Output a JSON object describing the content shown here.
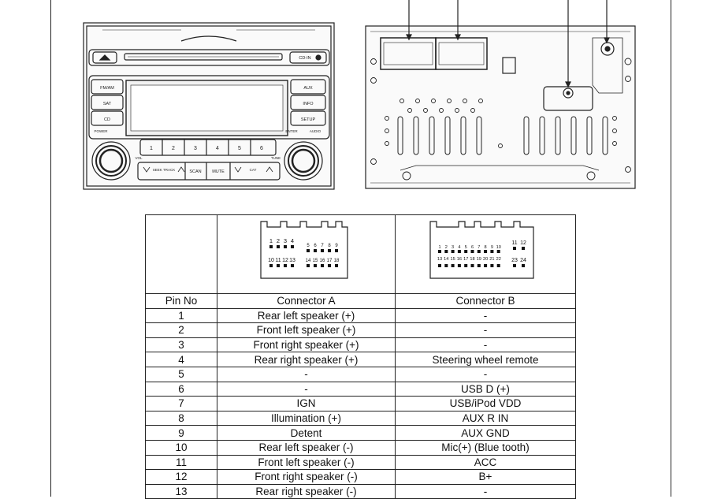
{
  "radio_front": {
    "button_labels": [
      "FM/AM",
      "SAT",
      "CD",
      "AUX",
      "INFO",
      "SETUP",
      "CD-IN",
      "POWER",
      "ENTER",
      "AUDIO",
      "VOL",
      "SEEK TRACK",
      "SCAN",
      "MUTE",
      "CAT",
      "TUNE"
    ],
    "presets": [
      "1",
      "2",
      "3",
      "4",
      "5",
      "6"
    ]
  },
  "connector_diagrams": {
    "a_pin_numbers_top": [
      "1",
      "2",
      "3",
      "4",
      "5",
      "6",
      "7",
      "8",
      "9"
    ],
    "a_pin_numbers_bottom": [
      "10",
      "11",
      "12",
      "13",
      "14",
      "15",
      "16",
      "17",
      "18"
    ],
    "b_pin_numbers_top": [
      "1",
      "2",
      "3",
      "4",
      "5",
      "6",
      "7",
      "8",
      "9",
      "10",
      "11",
      "12"
    ],
    "b_pin_numbers_bottom": [
      "13",
      "14",
      "15",
      "16",
      "17",
      "18",
      "19",
      "20",
      "21",
      "22",
      "23",
      "24"
    ]
  },
  "table": {
    "headers": [
      "Pin No",
      "Connector A",
      "Connector B"
    ],
    "rows": [
      [
        "1",
        "Rear left speaker (+)",
        "-"
      ],
      [
        "2",
        "Front left speaker (+)",
        "-"
      ],
      [
        "3",
        "Front right speaker (+)",
        "-"
      ],
      [
        "4",
        "Rear right speaker (+)",
        "Steering wheel remote"
      ],
      [
        "5",
        "-",
        "-"
      ],
      [
        "6",
        "-",
        "USB D (+)"
      ],
      [
        "7",
        "IGN",
        "USB/iPod VDD"
      ],
      [
        "8",
        "Illumination (+)",
        "AUX R IN"
      ],
      [
        "9",
        "Detent",
        "AUX GND"
      ],
      [
        "10",
        "Rear left speaker (-)",
        "Mic(+) (Blue tooth)"
      ],
      [
        "11",
        "Front left speaker (-)",
        "ACC"
      ],
      [
        "12",
        "Front right speaker (-)",
        "B+"
      ],
      [
        "13",
        "Rear right speaker (-)",
        "-"
      ]
    ]
  }
}
